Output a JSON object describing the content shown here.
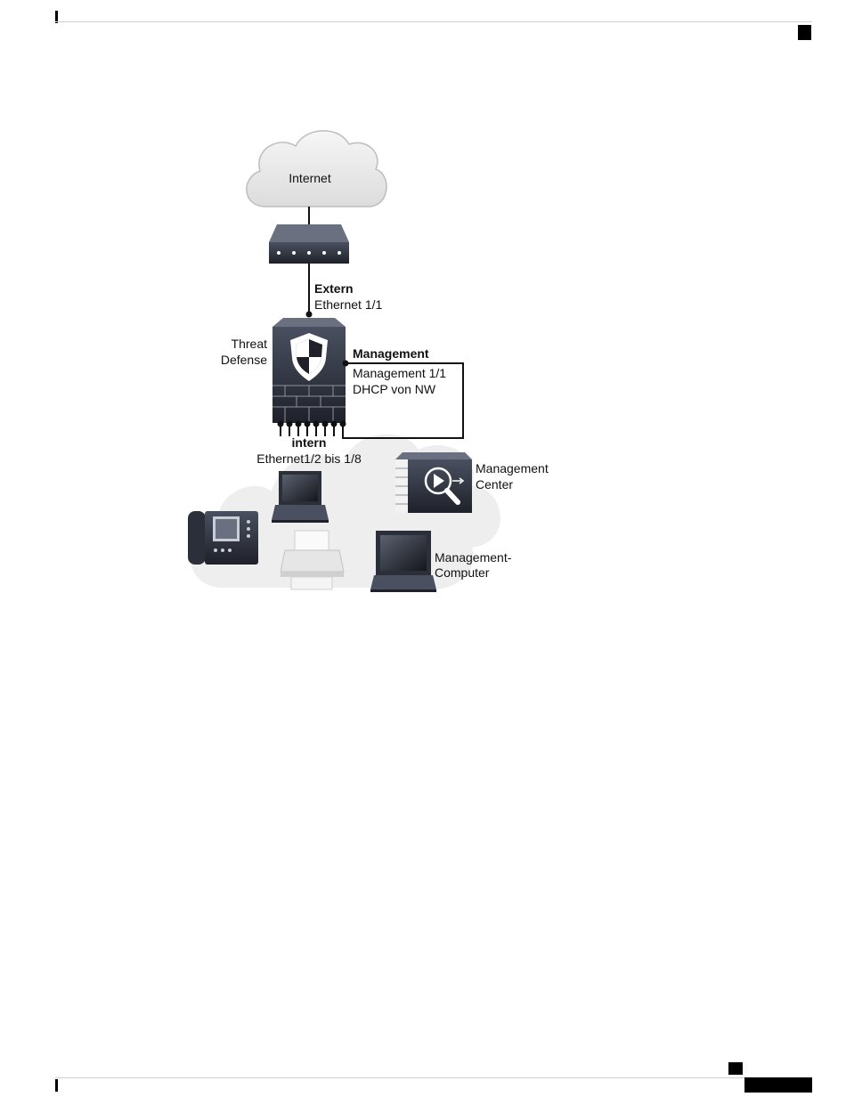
{
  "labels": {
    "internet": "Internet",
    "extern_title": "Extern",
    "extern_port": "Ethernet 1/1",
    "threat_line1": "Threat",
    "threat_line2": "Defense",
    "mgmt_title": "Management",
    "mgmt_port": "Management 1/1",
    "mgmt_dhcp": "DHCP von NW",
    "intern_title": "intern",
    "intern_ports": "Ethernet1/2 bis 1/8",
    "center_line1": "Management",
    "center_line2": "Center",
    "computer_line1": "Management-",
    "computer_line2": "Computer"
  },
  "icons": {
    "cloud": "internet-cloud-icon",
    "router": "router-icon",
    "firewall": "threat-defense-firewall-icon",
    "center": "management-center-icon",
    "laptop": "laptop-icon",
    "phone": "ip-phone-icon",
    "printer": "printer-icon",
    "computer": "management-computer-icon"
  },
  "colors": {
    "device_dark": "#2b2f3a",
    "cloud_fill": "#ececec",
    "line": "#111111"
  }
}
